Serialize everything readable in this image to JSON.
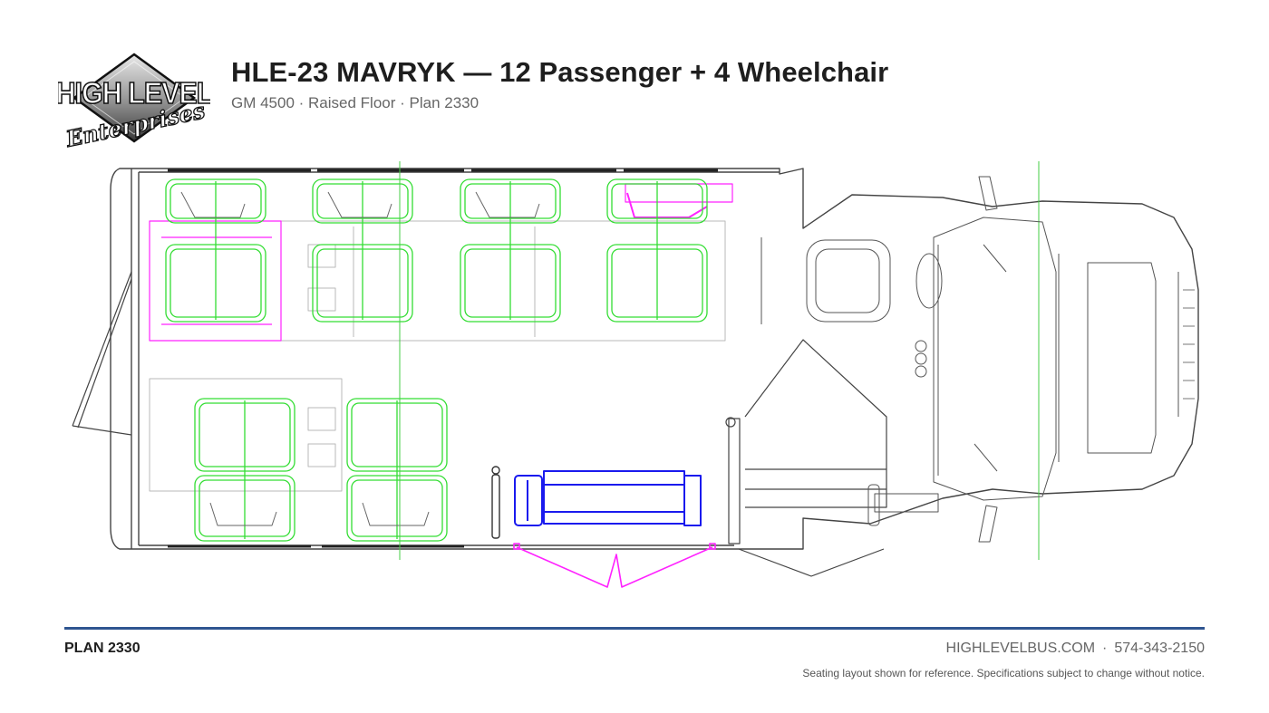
{
  "logo": {
    "text_top": "HIGH LEVEL",
    "text_bottom": "Enterprises"
  },
  "header": {
    "title": "HLE-23 MAVRYK — 12 Passenger + 4 Wheelchair",
    "subtitle": "GM 4500 · Raised Floor · Plan 2330"
  },
  "floorplan": {
    "icon": "bus-floorplan-diagram",
    "seat_color": "#33dd33",
    "wheelchair_color": "#ff22ff",
    "lift_color": "#1a1aee",
    "centerline_color": "#44cc44",
    "outline_color": "#555555"
  },
  "footer": {
    "plan_label": "PLAN 2330",
    "website": "HIGHLEVELBUS.COM",
    "separator": "·",
    "phone": "574-343-2150",
    "disclaimer": "Seating layout shown for reference. Specifications subject to change without notice.",
    "rule_color": "#2f5590"
  }
}
